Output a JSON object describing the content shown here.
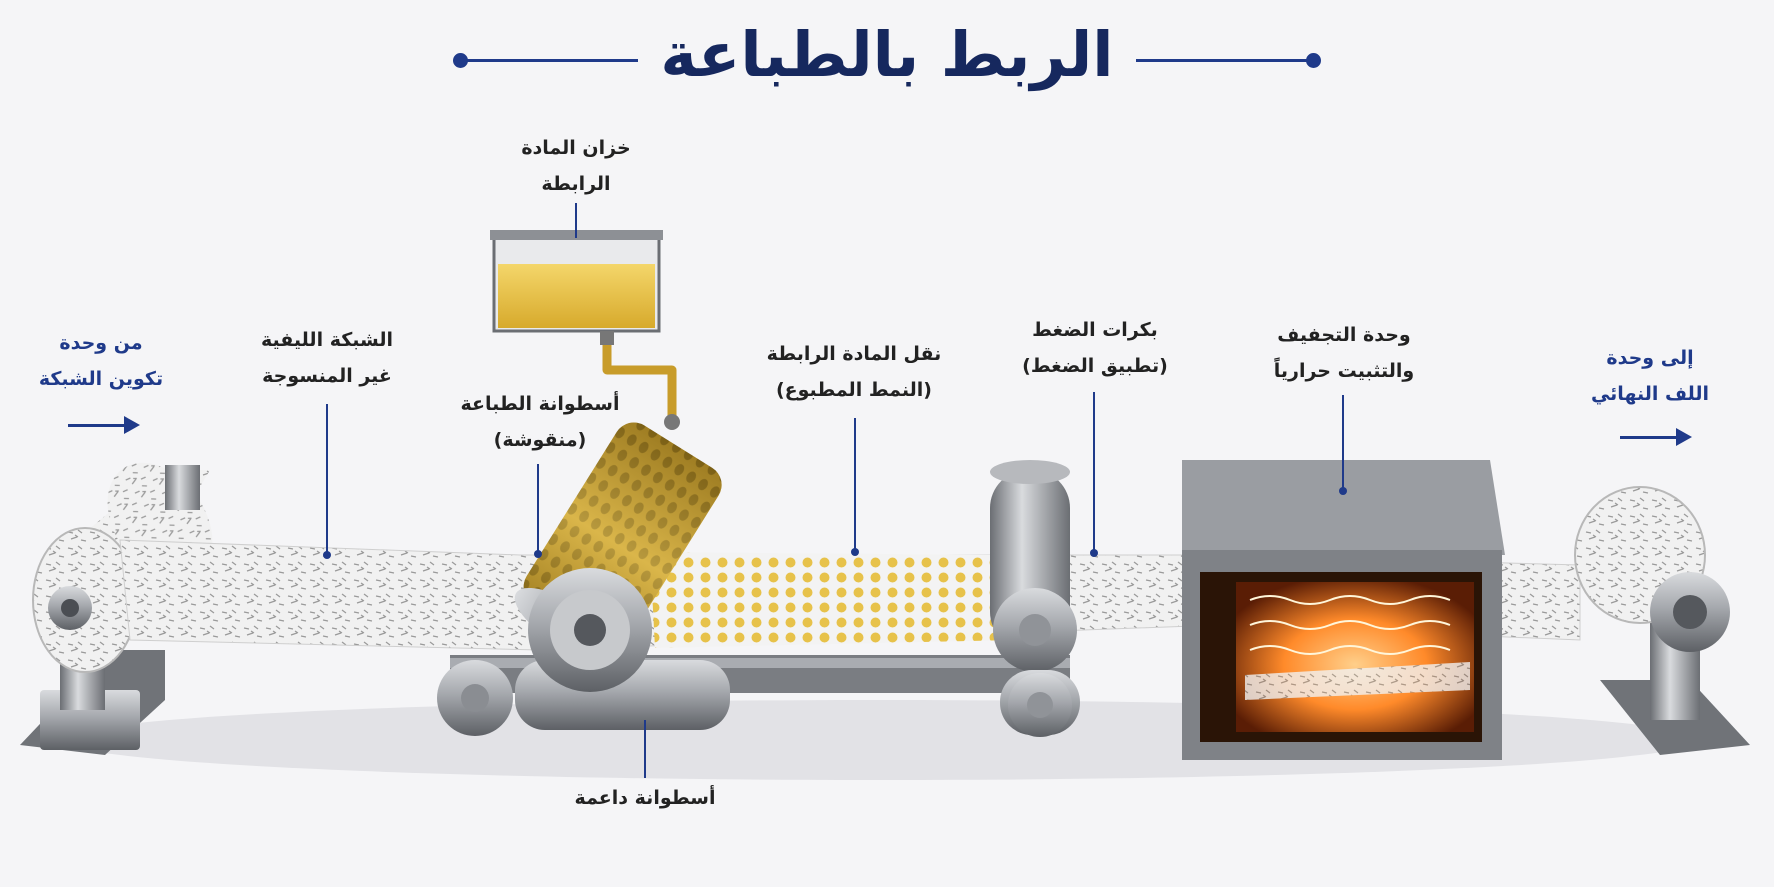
{
  "title": "الربط بالطباعة",
  "labels": {
    "from_unit": {
      "line1": "من وحدة",
      "line2": "تكوين الشبكة"
    },
    "web": {
      "line1": "الشبكة الليفية",
      "line2": "غير المنسوجة"
    },
    "tank": {
      "line1": "خزان المادة",
      "line2": "الرابطة"
    },
    "print_cylinder": {
      "line1": "أسطوانة الطباعة",
      "line2": "(منقوشة)"
    },
    "transfer": {
      "line1": "نقل المادة الرابطة",
      "line2": "(النمط المطبوع)"
    },
    "press_rollers": {
      "line1": "بكرات الضغط",
      "line2": "(تطبيق الضغط)"
    },
    "dryer": {
      "line1": "وحدة التجفيف",
      "line2": "والتثبيت حرارياً"
    },
    "to_unit": {
      "line1": "إلى وحدة",
      "line2": "اللف النهائي"
    },
    "support_cylinder": {
      "line1": "أسطوانة داعمة"
    }
  },
  "colors": {
    "accent": "#1f3a8a",
    "title": "#16285e",
    "binder": "#e7c24a",
    "metal": "#8e9196",
    "heat": "#ff7a1a"
  }
}
